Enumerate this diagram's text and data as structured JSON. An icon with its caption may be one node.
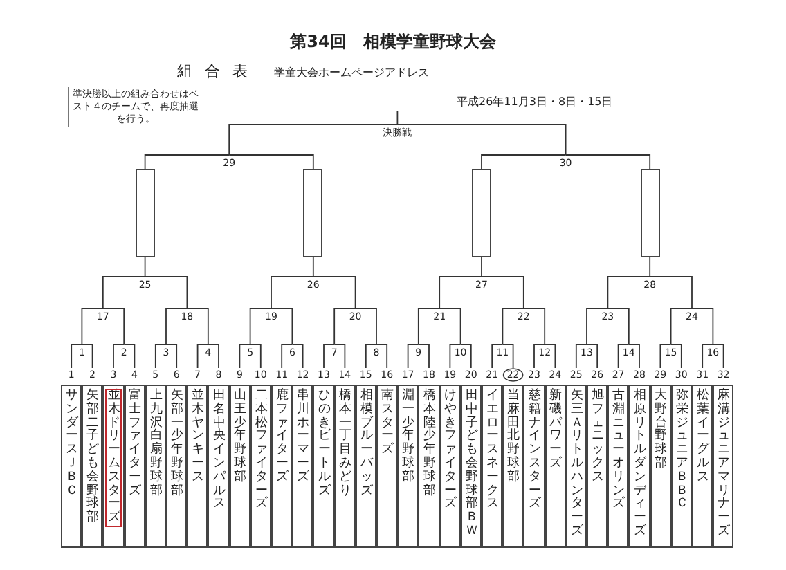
{
  "diagram": {
    "title": "第34回　相模学童野球大会",
    "nodes": [
      {
        "text": [
          "決勝戦"
        ]
      },
      {
        "text": [
          "29"
        ]
      },
      {
        "text": [
          "30"
        ]
      },
      {
        "text": [],
        "shape": "box"
      },
      {
        "text": [],
        "shape": "box"
      },
      {
        "text": [],
        "shape": "box"
      },
      {
        "text": [],
        "shape": "box"
      },
      {
        "text": [
          "25"
        ]
      },
      {
        "text": [
          "26"
        ]
      },
      {
        "text": [
          "27"
        ]
      },
      {
        "text": [
          "28"
        ]
      },
      {
        "text": [
          "17"
        ]
      },
      {
        "text": [
          "18"
        ]
      },
      {
        "text": [
          "19"
        ]
      },
      {
        "text": [
          "20"
        ]
      },
      {
        "text": [
          "21"
        ]
      },
      {
        "text": [
          "22"
        ]
      },
      {
        "text": [
          "23"
        ]
      },
      {
        "text": [
          "24"
        ]
      },
      {
        "text": [
          "1"
        ]
      },
      {
        "text": [
          "2"
        ]
      },
      {
        "text": [
          "3"
        ]
      },
      {
        "text": [
          "4"
        ]
      },
      {
        "text": [
          "5"
        ]
      },
      {
        "text": [
          "6"
        ]
      },
      {
        "text": [
          "7"
        ]
      },
      {
        "text": [
          "8"
        ]
      },
      {
        "text": [
          "9"
        ]
      },
      {
        "text": [
          "10"
        ]
      },
      {
        "text": [
          "11"
        ]
      },
      {
        "text": [
          "12"
        ]
      },
      {
        "text": [
          "13"
        ]
      },
      {
        "text": [
          "14"
        ]
      },
      {
        "text": [
          "15"
        ]
      },
      {
        "text": [
          "16"
        ]
      },
      {
        "text": [
          "サンダースＪＢＣ"
        ],
        "beside": [
          "1"
        ]
      },
      {
        "text": [
          "矢部二子ども会野球部"
        ],
        "beside": [
          "2"
        ]
      },
      {
        "text": [
          "並木ドリームスターズ"
        ],
        "beside": [
          "3"
        ]
      },
      {
        "text": [
          "富士ファイターズ"
        ],
        "beside": [
          "4"
        ]
      },
      {
        "text": [
          "上九沢白扇野球部"
        ],
        "beside": [
          "5"
        ]
      },
      {
        "text": [
          "矢部一少年野球部"
        ],
        "beside": [
          "6"
        ]
      },
      {
        "text": [
          "並木ヤンキース"
        ],
        "beside": [
          "7"
        ]
      },
      {
        "text": [
          "田名中央インパルス"
        ],
        "beside": [
          "8"
        ]
      },
      {
        "text": [
          "山王少年野球部"
        ],
        "beside": [
          "9"
        ]
      },
      {
        "text": [
          "二本松ファイターズ"
        ],
        "beside": [
          "10"
        ]
      },
      {
        "text": [
          "鹿ファイターズ"
        ],
        "beside": [
          "11"
        ]
      },
      {
        "text": [
          "串川ホーマーズ"
        ],
        "beside": [
          "12"
        ]
      },
      {
        "text": [
          "ひのきビートルズ"
        ],
        "beside": [
          "13"
        ]
      },
      {
        "text": [
          "橋本一丁目みどり"
        ],
        "beside": [
          "14"
        ]
      },
      {
        "text": [
          "相模ブルーバッズ"
        ],
        "beside": [
          "15"
        ]
      },
      {
        "text": [
          "南スターズ"
        ],
        "beside": [
          "16"
        ]
      },
      {
        "text": [
          "淵一少年野球部"
        ],
        "beside": [
          "17"
        ]
      },
      {
        "text": [
          "橋本陸少年野球部"
        ],
        "beside": [
          "18"
        ]
      },
      {
        "text": [
          "けやきファイターズ"
        ],
        "beside": [
          "19"
        ]
      },
      {
        "text": [
          "田中子ども会野球部ＢＷ"
        ],
        "beside": [
          "20"
        ]
      },
      {
        "text": [
          "イエロースネークス"
        ],
        "beside": [
          "21"
        ]
      },
      {
        "text": [
          "当麻田北野球部"
        ],
        "beside": [
          "22"
        ]
      },
      {
        "text": [
          "慈籍ナインスターズ"
        ],
        "beside": [
          "23"
        ]
      },
      {
        "text": [
          "新磯パワーズ"
        ],
        "beside": [
          "24"
        ]
      },
      {
        "text": [
          "矢三Ａリトルハンターズ"
        ],
        "beside": [
          "25"
        ]
      },
      {
        "text": [
          "旭フェニックス"
        ],
        "beside": [
          "26"
        ]
      },
      {
        "text": [
          "古淵ニューオリンズ"
        ],
        "beside": [
          "27"
        ]
      },
      {
        "text": [
          "相原リトルダンディーズ"
        ],
        "beside": [
          "28"
        ]
      },
      {
        "text": [
          "大野台野球部"
        ],
        "beside": [
          "29"
        ]
      },
      {
        "text": [
          "弥栄ジュニアＢＢＣ"
        ],
        "beside": [
          "30"
        ]
      },
      {
        "text": [
          "松葉イーグルス"
        ],
        "beside": [
          "31"
        ]
      },
      {
        "text": [
          "麻溝ジュニアマリナーズ"
        ],
        "beside": [
          "32"
        ]
      }
    ],
    "edges": [
      {
        "from": 0,
        "to": null,
        "arrow": "none"
      },
      {
        "from": 1,
        "to": 0,
        "arrow": "none"
      },
      {
        "from": 2,
        "to": 0,
        "arrow": "none"
      },
      {
        "from": 3,
        "to": 1,
        "arrow": "none"
      },
      {
        "from": 4,
        "to": 1,
        "arrow": "none"
      },
      {
        "from": 5,
        "to": 2,
        "arrow": "none"
      },
      {
        "from": 6,
        "to": 2,
        "arrow": "none"
      },
      {
        "from": 7,
        "to": 3,
        "arrow": "none"
      },
      {
        "from": 8,
        "to": 4,
        "arrow": "none"
      },
      {
        "from": 9,
        "to": 5,
        "arrow": "none"
      },
      {
        "from": 10,
        "to": 6,
        "arrow": "none"
      },
      {
        "from": 11,
        "to": 7,
        "arrow": "none"
      },
      {
        "from": 12,
        "to": 7,
        "arrow": "none"
      },
      {
        "from": 13,
        "to": 8,
        "arrow": "none"
      },
      {
        "from": 14,
        "to": 8,
        "arrow": "none"
      },
      {
        "from": 15,
        "to": 9,
        "arrow": "none"
      },
      {
        "from": 16,
        "to": 9,
        "arrow": "none"
      },
      {
        "from": 17,
        "to": 10,
        "arrow": "none"
      },
      {
        "from": 18,
        "to": 10,
        "arrow": "none"
      },
      {
        "from": 19,
        "to": 11,
        "arrow": "none"
      },
      {
        "from": 20,
        "to": 11,
        "arrow": "none"
      },
      {
        "from": 21,
        "to": 12,
        "arrow": "none"
      },
      {
        "from": 22,
        "to": 12,
        "arrow": "none"
      },
      {
        "from": 23,
        "to": 13,
        "arrow": "none"
      },
      {
        "from": 24,
        "to": 13,
        "arrow": "none"
      },
      {
        "from": 25,
        "to": 14,
        "arrow": "none"
      },
      {
        "from": 26,
        "to": 14,
        "arrow": "none"
      },
      {
        "from": 27,
        "to": 15,
        "arrow": "none"
      },
      {
        "from": 28,
        "to": 15,
        "arrow": "none"
      },
      {
        "from": 29,
        "to": 16,
        "arrow": "none"
      },
      {
        "from": 30,
        "to": 16,
        "arrow": "none"
      },
      {
        "from": 31,
        "to": 17,
        "arrow": "none"
      },
      {
        "from": 32,
        "to": 17,
        "arrow": "none"
      },
      {
        "from": 33,
        "to": 18,
        "arrow": "none"
      },
      {
        "from": 34,
        "to": 18,
        "arrow": "none"
      },
      {
        "from": 35,
        "to": 19,
        "arrow": "none"
      },
      {
        "from": 36,
        "to": 19,
        "arrow": "none"
      },
      {
        "from": 37,
        "to": 20,
        "arrow": "none"
      },
      {
        "from": 38,
        "to": 20,
        "arrow": "none"
      },
      {
        "from": 39,
        "to": 21,
        "arrow": "none"
      },
      {
        "from": 40,
        "to": 21,
        "arrow": "none"
      },
      {
        "from": 41,
        "to": 22,
        "arrow": "none"
      },
      {
        "from": 42,
        "to": 22,
        "arrow": "none"
      },
      {
        "from": 43,
        "to": 23,
        "arrow": "none"
      },
      {
        "from": 44,
        "to": 23,
        "arrow": "none"
      },
      {
        "from": 45,
        "to": 24,
        "arrow": "none"
      },
      {
        "from": 46,
        "to": 24,
        "arrow": "none"
      },
      {
        "from": 47,
        "to": 25,
        "arrow": "none"
      },
      {
        "from": 48,
        "to": 25,
        "arrow": "none"
      },
      {
        "from": 49,
        "to": 26,
        "arrow": "none"
      },
      {
        "from": 50,
        "to": 26,
        "arrow": "none"
      },
      {
        "from": 51,
        "to": 27,
        "arrow": "none"
      },
      {
        "from": 52,
        "to": 27,
        "arrow": "none"
      },
      {
        "from": 53,
        "to": 28,
        "arrow": "none"
      },
      {
        "from": 54,
        "to": 28,
        "arrow": "none"
      },
      {
        "from": 55,
        "to": 29,
        "arrow": "none"
      },
      {
        "from": 56,
        "to": 29,
        "arrow": "none"
      },
      {
        "from": 57,
        "to": 30,
        "arrow": "none"
      },
      {
        "from": 58,
        "to": 30,
        "arrow": "none"
      },
      {
        "from": 59,
        "to": 31,
        "arrow": "none"
      },
      {
        "from": 60,
        "to": 31,
        "arrow": "none"
      },
      {
        "from": 61,
        "to": 32,
        "arrow": "none"
      },
      {
        "from": 62,
        "to": 32,
        "arrow": "none"
      },
      {
        "from": 63,
        "to": 33,
        "arrow": "none"
      },
      {
        "from": 64,
        "to": 33,
        "arrow": "none"
      },
      {
        "from": 65,
        "to": 34,
        "arrow": "none"
      },
      {
        "from": 66,
        "to": 34,
        "arrow": "none"
      }
    ],
    "labels": [
      "組合表",
      "学童大会ホームページアドレス",
      "準決勝以上の組み合わせはベスト４のチームで、再度抽選を行う。",
      "平成26年11月3日・8日・15日"
    ]
  }
}
